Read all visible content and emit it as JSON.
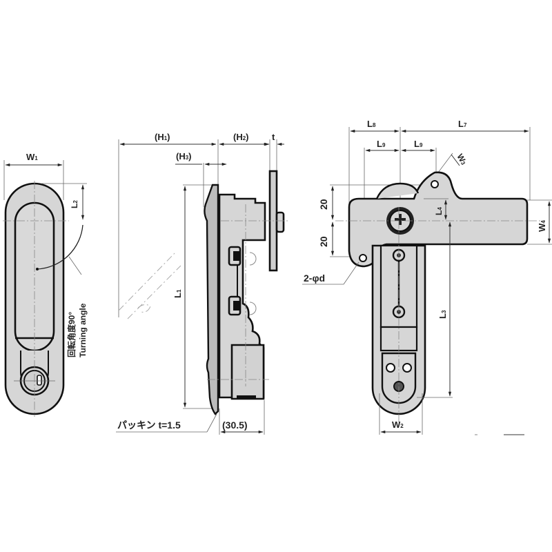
{
  "title": "Swing handle latch dimension drawing",
  "views": {
    "front": {
      "labels": {
        "w1": "W",
        "w1_sub": "1",
        "l2": "L",
        "l2_sub": "2",
        "turning_jp": "回転角度90°",
        "turning_en": "Turning angle"
      }
    },
    "side": {
      "labels": {
        "h1": "(H",
        "h1_sub": "1",
        "h2": "(H",
        "h2_sub": "2",
        "h3": "(H",
        "h3_sub": "3",
        "paren_close": ")",
        "t": "t",
        "l1": "L",
        "l1_sub": "1",
        "packing": "パッキン t=1.5",
        "depth": "(30.5)"
      }
    },
    "rear": {
      "labels": {
        "l8": "L",
        "l8_sub": "8",
        "l7": "L",
        "l7_sub": "7",
        "l9a": "L",
        "l9a_sub": "9",
        "l9b": "L",
        "l9b_sub": "9",
        "w3": "W",
        "w3_sub": "3",
        "w4": "W",
        "w4_sub": "4",
        "l4": "L",
        "l4_sub": "4",
        "l3": "L",
        "l3_sub": "3",
        "w2": "W",
        "w2_sub": "2",
        "dim20a": "20",
        "dim20b": "20",
        "holes": "2-φd"
      }
    }
  },
  "colors": {
    "part_fill": "#d6d6d6",
    "outline": "#111111",
    "dim_line": "#333333"
  }
}
